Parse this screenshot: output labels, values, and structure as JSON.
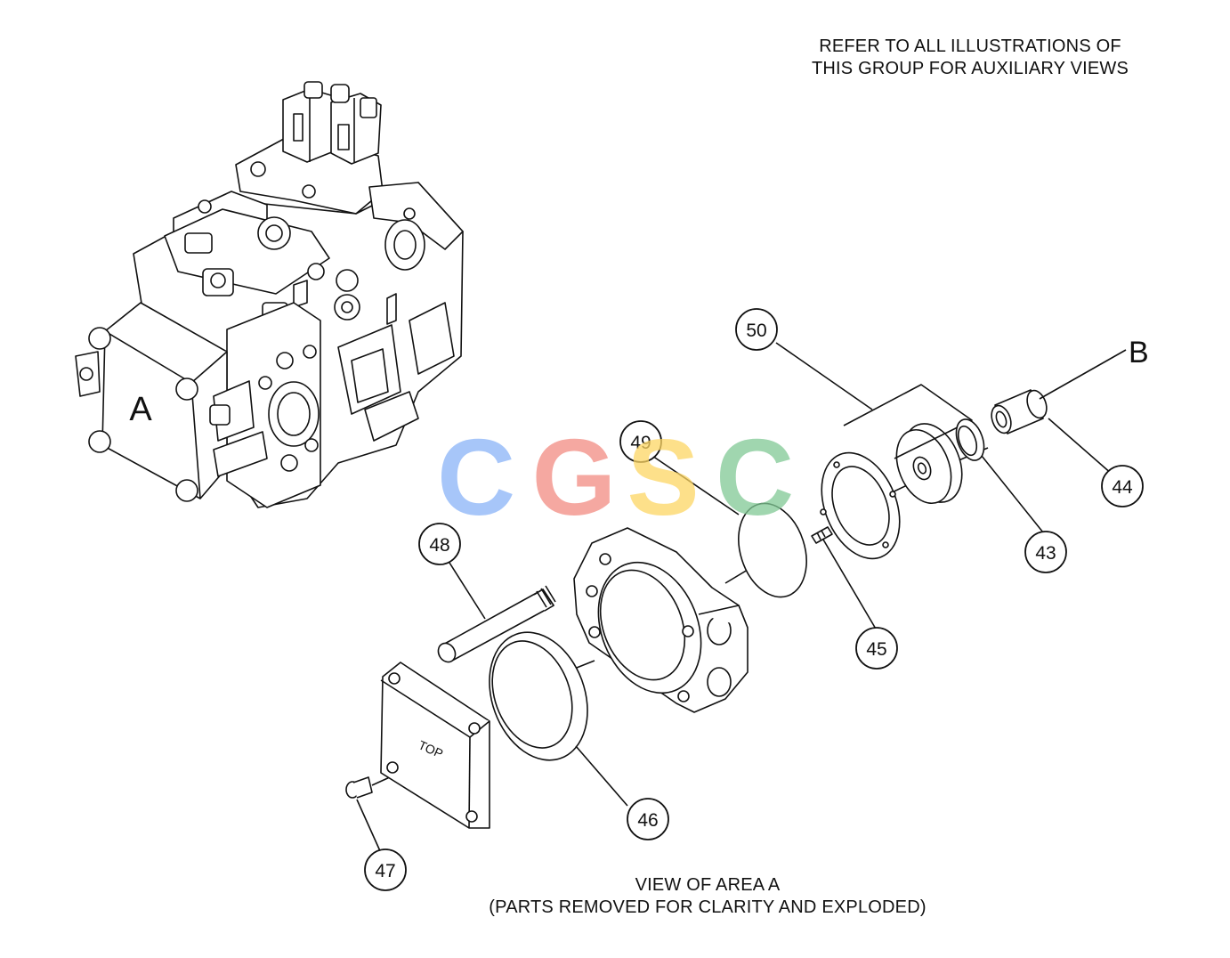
{
  "notes": {
    "top_line1": "REFER TO ALL ILLUSTRATIONS OF",
    "top_line2": "THIS GROUP FOR AUXILIARY VIEWS",
    "bottom_line1": "VIEW OF AREA A",
    "bottom_line2": "(PARTS REMOVED FOR CLARITY AND EXPLODED)"
  },
  "view_labels": {
    "area": "A",
    "connection": "B"
  },
  "cover_marking": "TOP",
  "callouts": [
    "43",
    "44",
    "45",
    "46",
    "47",
    "48",
    "49",
    "50"
  ],
  "watermark": {
    "text": "CGSC",
    "colors": [
      "#8ab4f8",
      "#f28b82",
      "#fdd663",
      "#81c995"
    ]
  },
  "colors": {
    "line": "#111111",
    "background": "#ffffff"
  }
}
